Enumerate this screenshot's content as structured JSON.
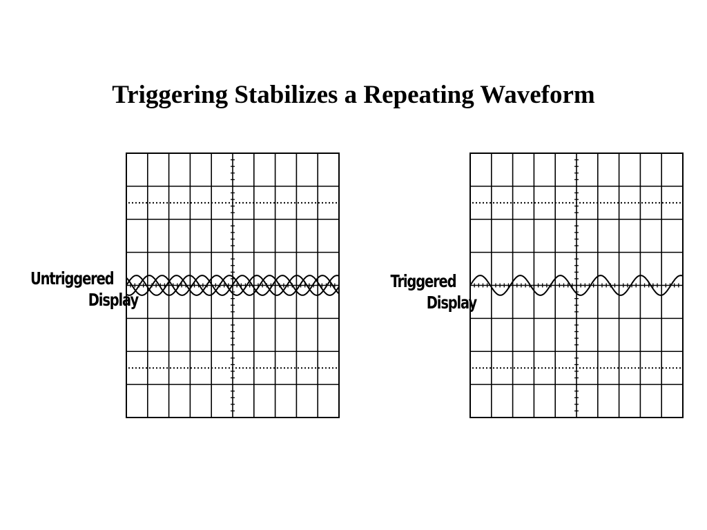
{
  "slide": {
    "title": "Triggering Stabilizes a Repeating Waveform"
  },
  "panels": [
    {
      "id": "untriggered",
      "label_line1": "Untriggered",
      "label_line2": "Display",
      "trace_count": 3,
      "cycles_per_screen": 5.3,
      "amplitude_divisions": 0.3,
      "phase_offsets_cycles": [
        0,
        0.36,
        0.68
      ]
    },
    {
      "id": "triggered",
      "label_line1": "Triggered",
      "label_line2": "Display",
      "trace_count": 1,
      "cycles_per_screen": 5.3,
      "amplitude_divisions": 0.3,
      "phase_offsets_cycles": [
        0
      ]
    }
  ],
  "graticule": {
    "horizontal_divisions": 10,
    "vertical_divisions": 8,
    "line_color": "#000000",
    "trace_color": "#000000"
  }
}
